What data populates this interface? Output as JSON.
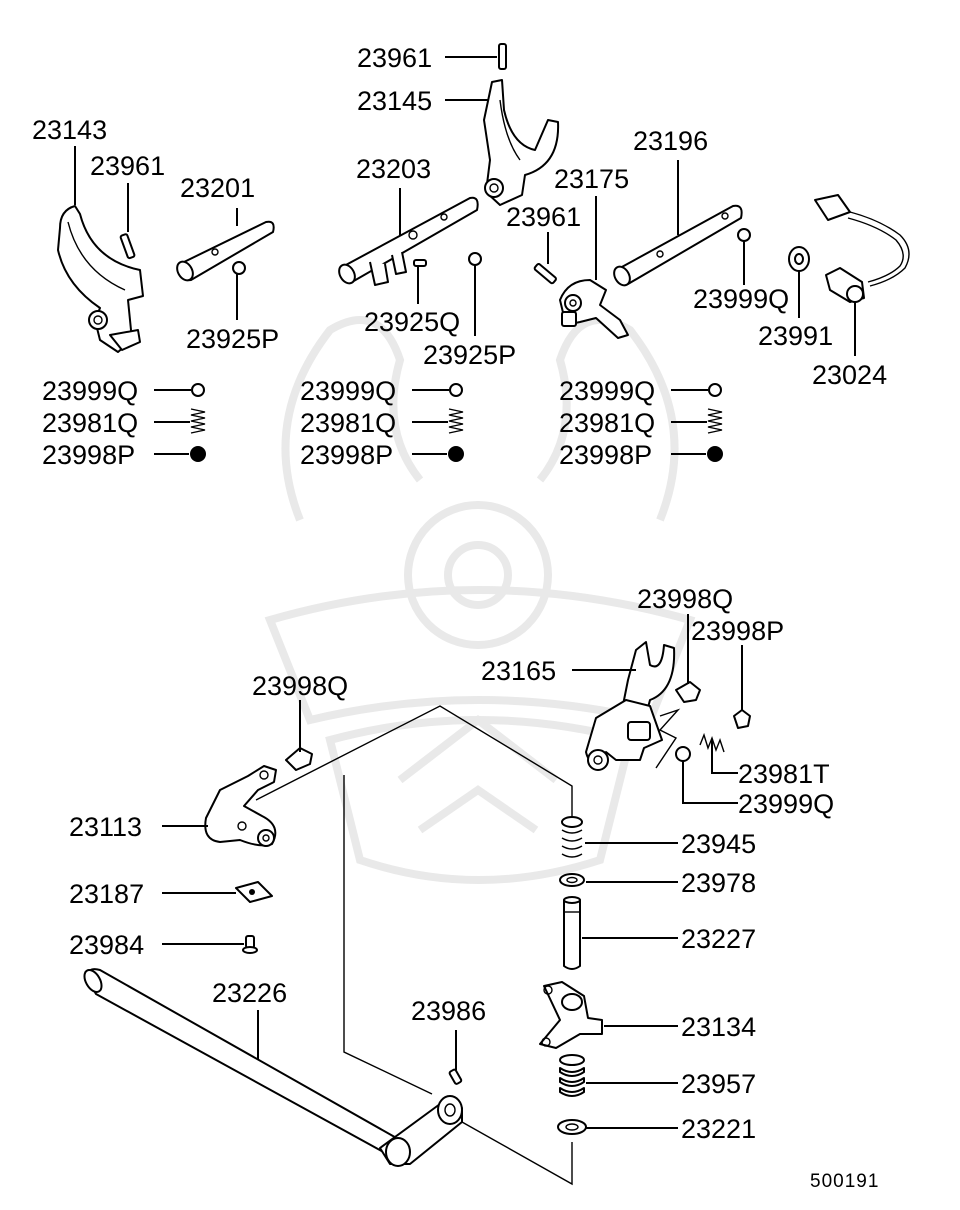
{
  "labels": {
    "l23961_top": "23961",
    "l23145": "23145",
    "l23143": "23143",
    "l23961_left": "23961",
    "l23201": "23201",
    "l23203": "23203",
    "l23196": "23196",
    "l23175": "23175",
    "l23961_mid": "23961",
    "l23999Q_r": "23999Q",
    "l23991": "23991",
    "l23024": "23024",
    "l23925P_a": "23925P",
    "l23925Q": "23925Q",
    "l23925P_b": "23925P",
    "det1_q": "23999Q",
    "det1_spring": "23981Q",
    "det1_plug": "23998P",
    "det2_q": "23999Q",
    "det2_spring": "23981Q",
    "det2_plug": "23998P",
    "det3_q": "23999Q",
    "det3_spring": "23981Q",
    "det3_plug": "23998P",
    "l23998Q_r": "23998Q",
    "l23998P_r": "23998P",
    "l23165": "23165",
    "l23981T": "23981T",
    "l23999Q_low": "23999Q",
    "l23998Q_l": "23998Q",
    "l23113": "23113",
    "l23945": "23945",
    "l23978": "23978",
    "l23187": "23187",
    "l23227": "23227",
    "l23984": "23984",
    "l23226": "23226",
    "l23986": "23986",
    "l23134": "23134",
    "l23957": "23957",
    "l23221": "23221"
  },
  "diagram_code": "500191"
}
